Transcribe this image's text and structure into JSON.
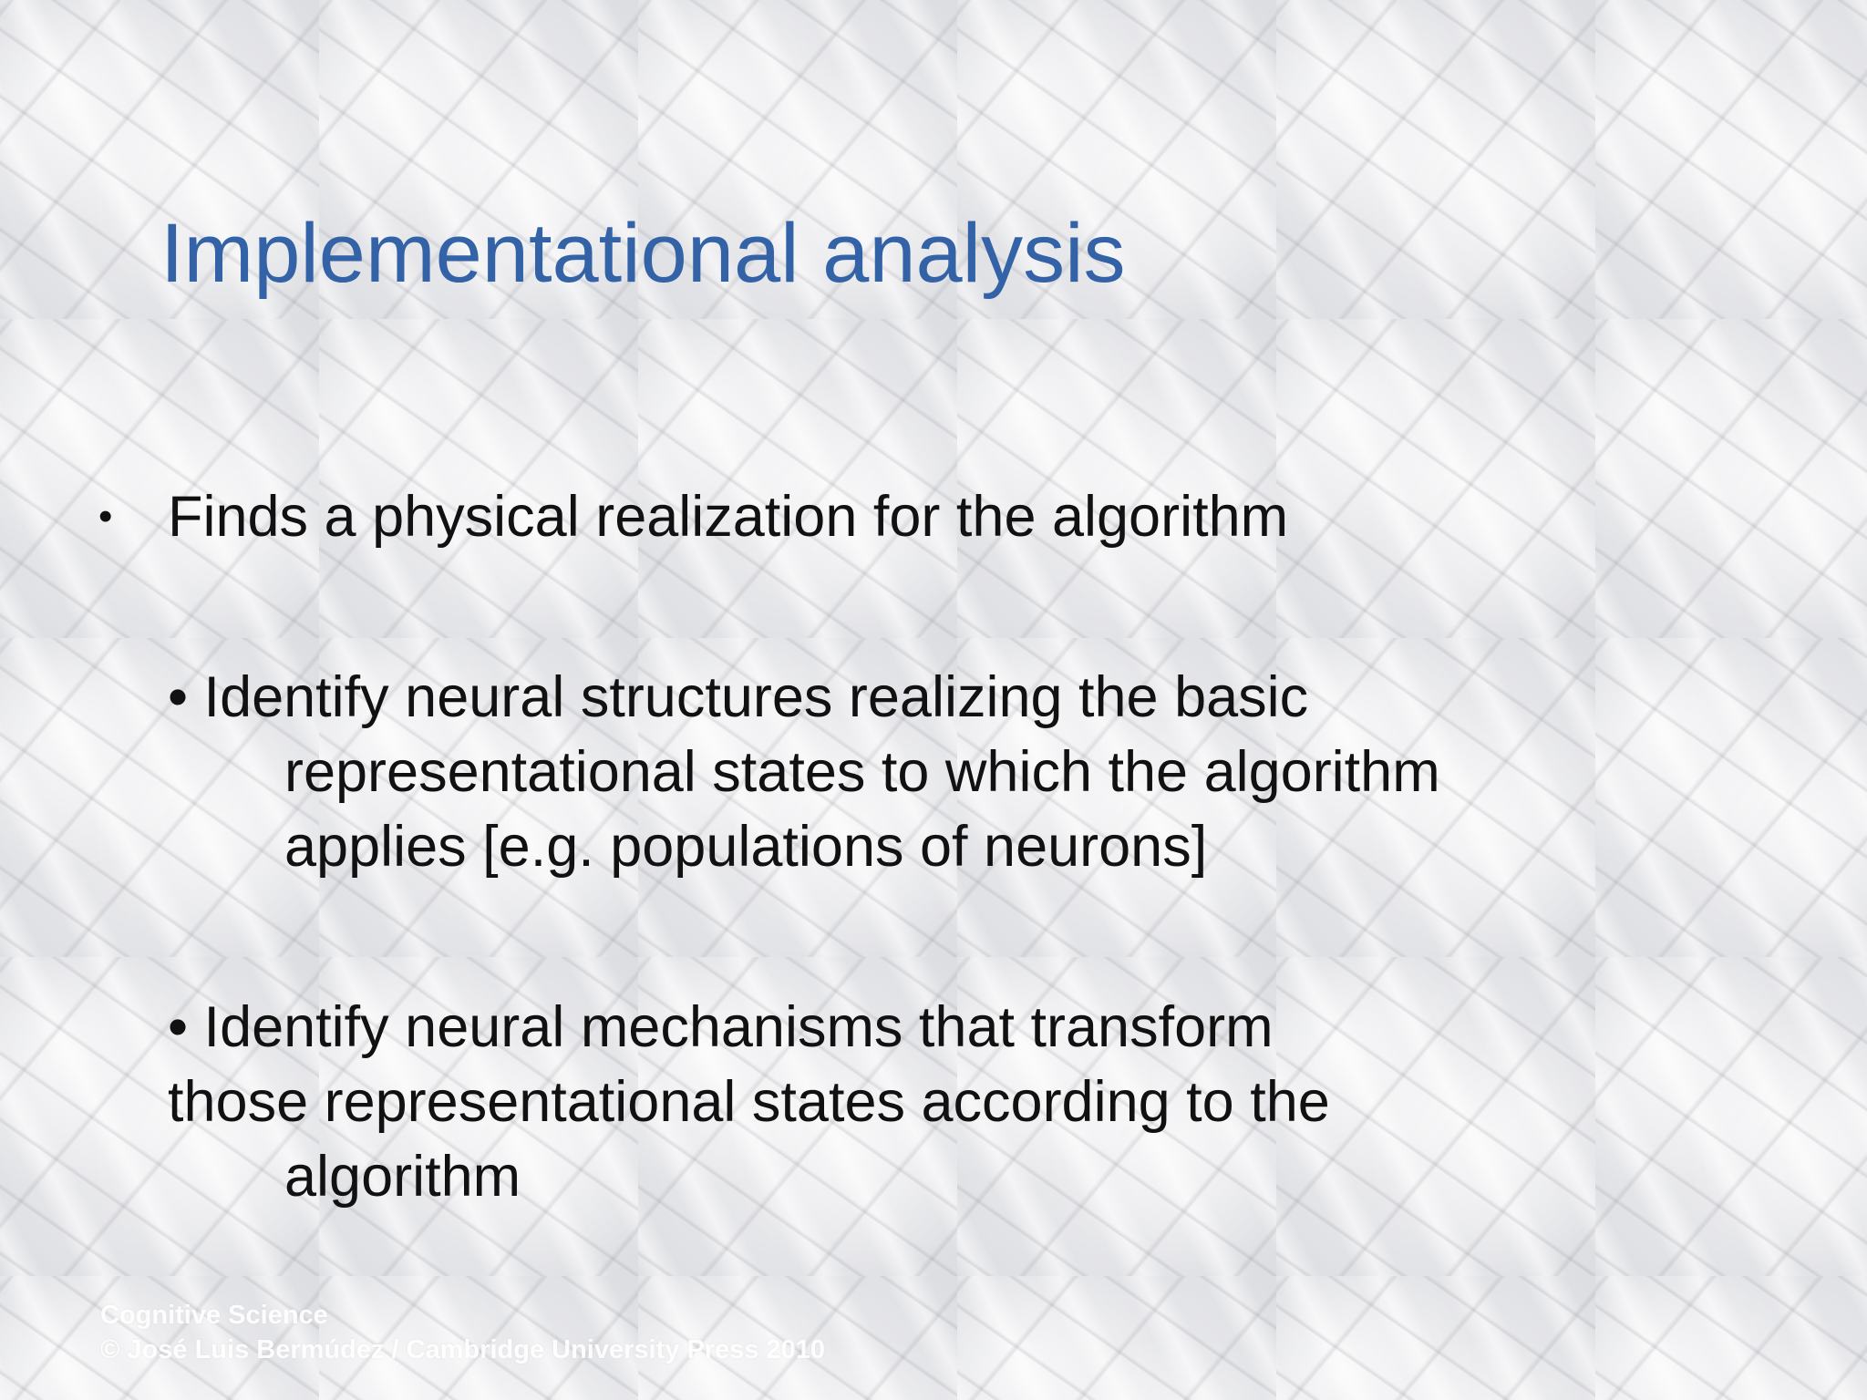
{
  "slide": {
    "title": "Implementational analysis",
    "colors": {
      "title": "#3462a6",
      "body": "#111111",
      "footer": "#ffffff"
    },
    "background": "marble-texture",
    "bullets": [
      {
        "level": 1,
        "marker": "•",
        "text": "Finds a physical realization for the algorithm"
      }
    ],
    "sub_bullets": [
      {
        "lines": [
          "• Identify neural structures realizing the basic",
          "representational states to which the algorithm",
          "applies [e.g. populations of neurons]"
        ]
      },
      {
        "lines": [
          "• Identify neural mechanisms that transform",
          "those representational states according to the",
          "algorithm"
        ]
      }
    ]
  },
  "footer": {
    "line1": "Cognitive Science",
    "line2": "© José Luis Bermúdez / Cambridge University Press 2010"
  }
}
